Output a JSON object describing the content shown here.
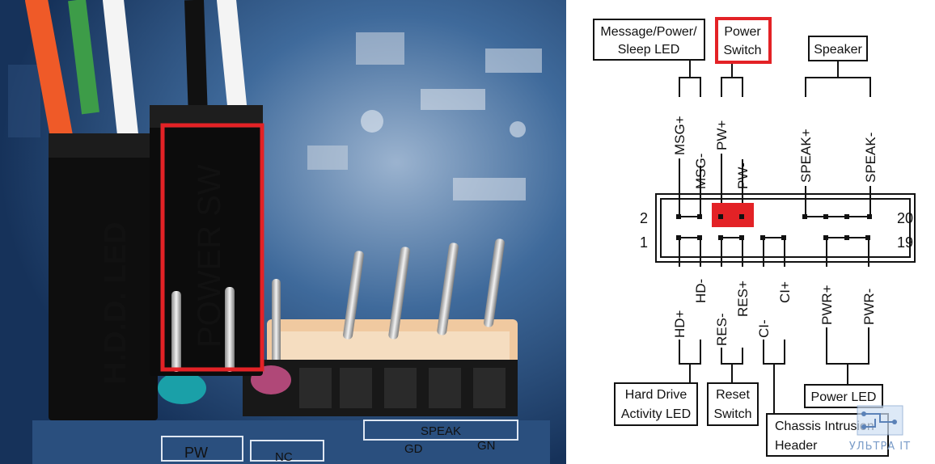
{
  "photo": {
    "connector_left": "H.D.D. LED",
    "connector_right": "POWER SW",
    "board_labels": [
      "PW",
      "SPEAK",
      "GD",
      "GN",
      "NC"
    ]
  },
  "diagram": {
    "boxes": {
      "msg": [
        "Message/Power/",
        "Sleep LED"
      ],
      "power_switch": [
        "Power",
        "Switch"
      ],
      "speaker": [
        "Speaker"
      ],
      "hdd": [
        "Hard Drive",
        "Activity LED"
      ],
      "reset": [
        "Reset",
        "Switch"
      ],
      "power_led": [
        "Power LED"
      ],
      "chassis": [
        "Chassis Intrusion",
        "Header"
      ]
    },
    "top_pins": [
      "MSG+",
      "MSG-",
      "PW+",
      "PW-",
      "SPEAK+",
      "SPEAK-"
    ],
    "bottom_pins": [
      "HD+",
      "HD-",
      "RES-",
      "RES+",
      "CI-",
      "CI+",
      "PWR+",
      "PWR-"
    ],
    "pin_numbers": {
      "top_left": "2",
      "bottom_left": "1",
      "top_right": "20",
      "bottom_right": "19"
    }
  },
  "watermark": "УЛЬТРА IT",
  "colors": {
    "highlight": "#e32226",
    "pcb": "#1f3f6b"
  }
}
